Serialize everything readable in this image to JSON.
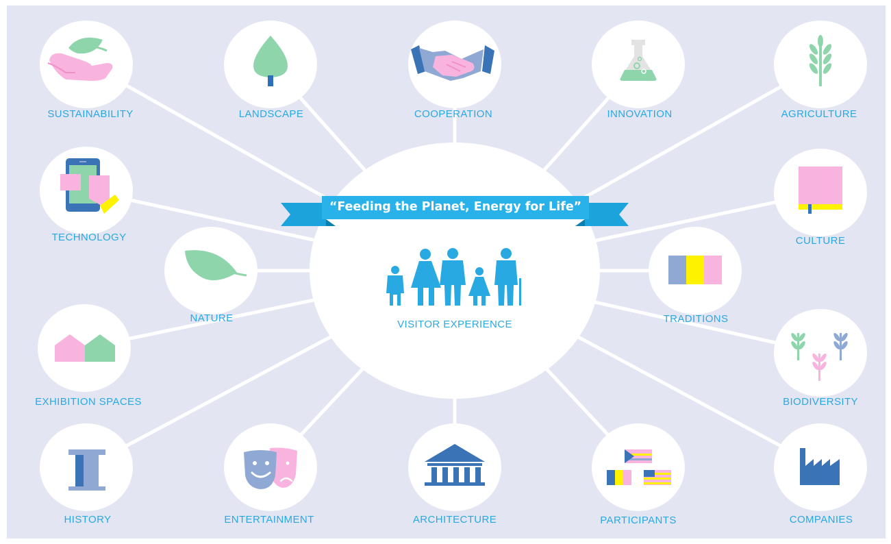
{
  "banner": {
    "text": "“Feeding the Planet, Energy for Life”"
  },
  "center": {
    "label": "VISITOR EXPERIENCE",
    "icon": "family-icon"
  },
  "nodes": [
    {
      "id": "sustainability",
      "label": "SUSTAINABILITY",
      "icon": "hand-leaf-icon"
    },
    {
      "id": "landscape",
      "label": "LANDSCAPE",
      "icon": "tree-icon"
    },
    {
      "id": "cooperation",
      "label": "COOPERATION",
      "icon": "handshake-icon"
    },
    {
      "id": "innovation",
      "label": "INNOVATION",
      "icon": "flask-icon"
    },
    {
      "id": "agriculture",
      "label": "AGRICULTURE",
      "icon": "wheat-icon"
    },
    {
      "id": "technology",
      "label": "TECHNOLOGY",
      "icon": "smartphone-icon"
    },
    {
      "id": "culture",
      "label": "CULTURE",
      "icon": "book-icon"
    },
    {
      "id": "nature",
      "label": "NATURE",
      "icon": "leaf-icon"
    },
    {
      "id": "traditions",
      "label": "TRADITIONS",
      "icon": "flag-icon"
    },
    {
      "id": "exhibition",
      "label": "EXHIBITION SPACES",
      "icon": "pavilions-icon"
    },
    {
      "id": "biodiversity",
      "label": "BIODIVERSITY",
      "icon": "plants-icon"
    },
    {
      "id": "history",
      "label": "HISTORY",
      "icon": "column-icon"
    },
    {
      "id": "entertainment",
      "label": "ENTERTAINMENT",
      "icon": "theater-masks-icon"
    },
    {
      "id": "architecture",
      "label": "ARCHITECTURE",
      "icon": "building-icon"
    },
    {
      "id": "participants",
      "label": "PARTICIPANTS",
      "icon": "flags-icon"
    },
    {
      "id": "companies",
      "label": "COMPANIES",
      "icon": "factory-icon"
    }
  ],
  "colors": {
    "background": "#e3e5f2",
    "accent": "#29a9e1",
    "pink": "#f9b3df",
    "green": "#8fd5ac",
    "blue_dark": "#3a74b6",
    "blue_light": "#8fa8d4",
    "yellow": "#fff200"
  }
}
